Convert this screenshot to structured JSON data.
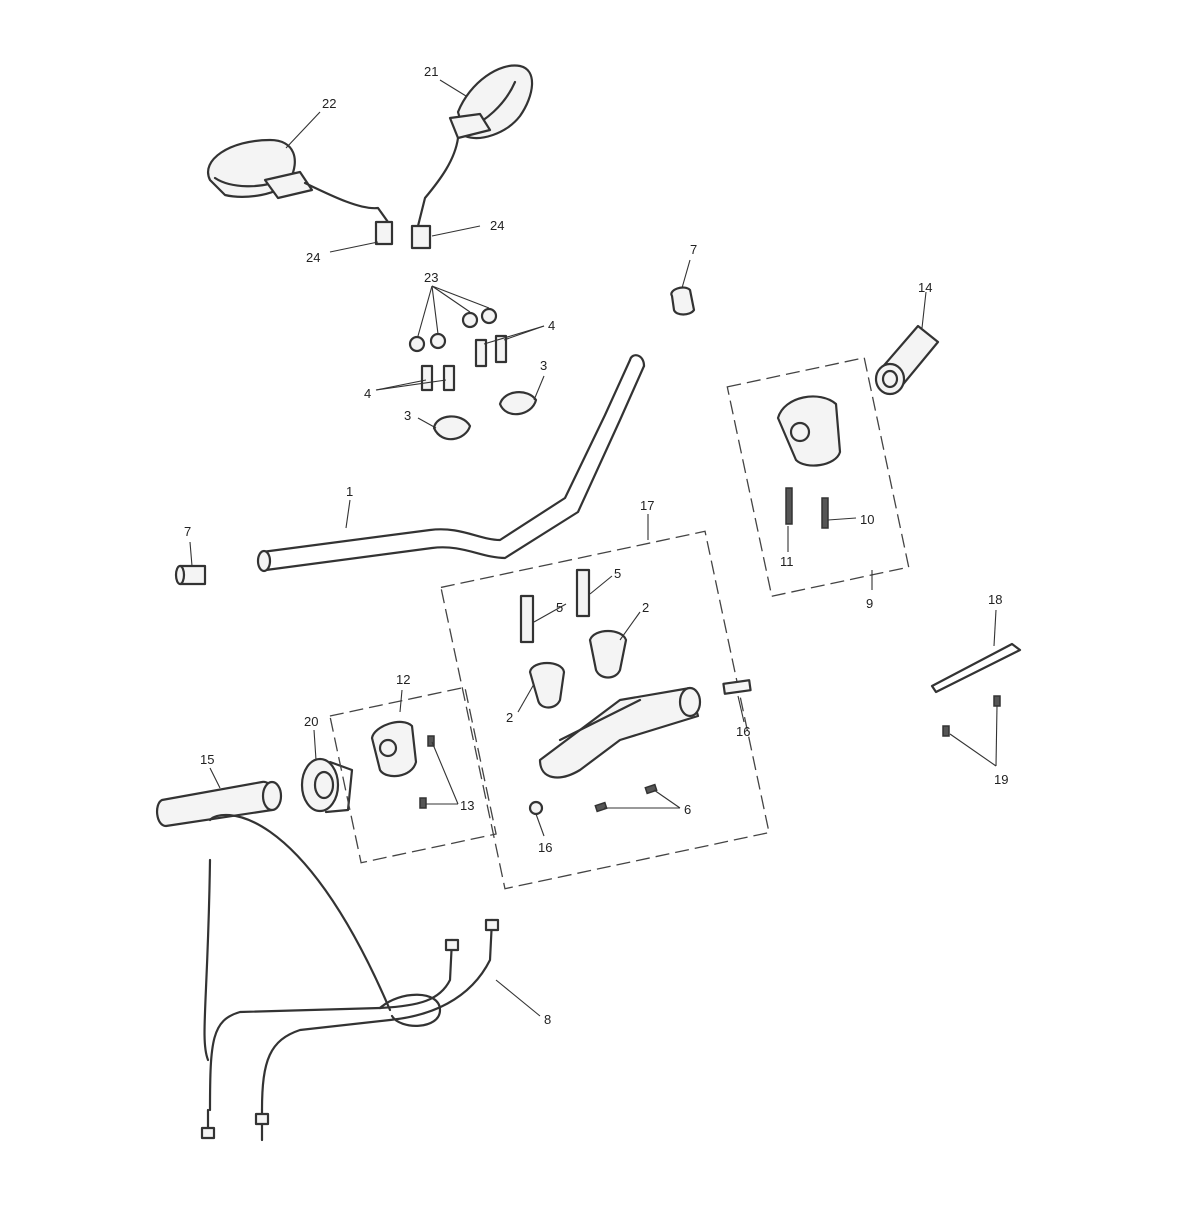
{
  "diagram": {
    "callouts": {
      "c1": "1",
      "c2a": "2",
      "c2b": "2",
      "c3a": "3",
      "c3b": "3",
      "c4a": "4",
      "c4b": "4",
      "c5a": "5",
      "c5b": "5",
      "c6": "6",
      "c7a": "7",
      "c7b": "7",
      "c8": "8",
      "c9": "9",
      "c10": "10",
      "c11": "11",
      "c12": "12",
      "c13": "13",
      "c14": "14",
      "c15": "15",
      "c16a": "16",
      "c16b": "16",
      "c17": "17",
      "c18": "18",
      "c19": "19",
      "c20": "20",
      "c21": "21",
      "c22": "22",
      "c23": "23",
      "c24a": "24",
      "c24b": "24"
    }
  }
}
